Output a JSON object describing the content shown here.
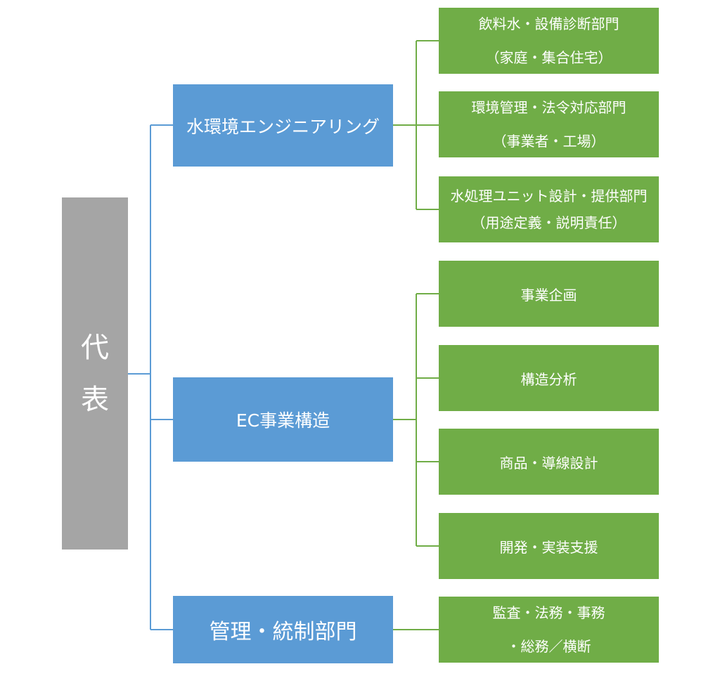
{
  "root": {
    "chars": [
      "代",
      "表"
    ]
  },
  "departments": [
    {
      "label": "水環境エンジニアリング",
      "units": [
        {
          "lines": [
            "飲料水・設備診断部門",
            "（家庭・集合住宅）"
          ]
        },
        {
          "lines": [
            "環境管理・法令対応部門",
            "（事業者・工場）"
          ]
        },
        {
          "lines": [
            "水処理ユニット設計・提供部門",
            "（用途定義・説明責任）"
          ]
        }
      ]
    },
    {
      "label": "EC事業構造",
      "units": [
        {
          "lines": [
            "事業企画"
          ]
        },
        {
          "lines": [
            "構造分析"
          ]
        },
        {
          "lines": [
            "商品・導線設計"
          ]
        },
        {
          "lines": [
            "開発・実装支援"
          ]
        }
      ]
    },
    {
      "label": "管理・統制部門",
      "units": [
        {
          "lines": [
            "監査・法務・事務",
            "・総務／横断"
          ]
        }
      ]
    }
  ],
  "colors": {
    "root": "#a5a5a5",
    "department": "#5b9bd5",
    "unit": "#70ad47",
    "connector_blue": "#5b9bd5",
    "connector_green": "#70ad47"
  }
}
